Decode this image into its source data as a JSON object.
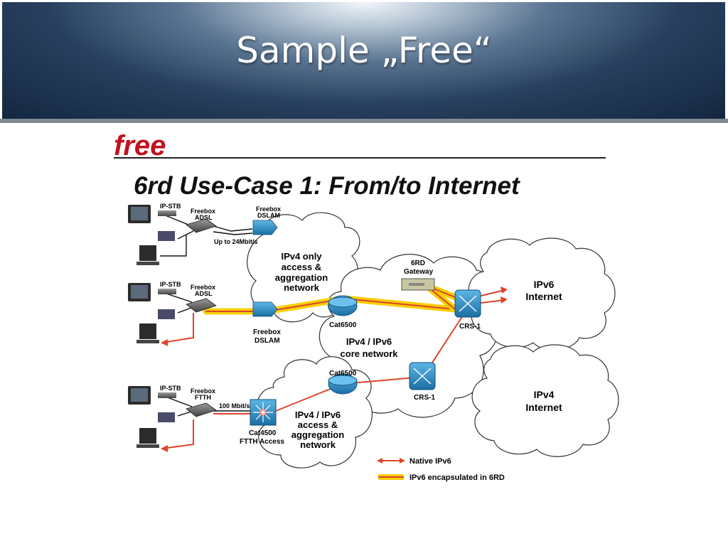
{
  "slide": {
    "title": "Sample „Free“"
  },
  "figure": {
    "logo_text": "free",
    "heading": "6rd Use-Case 1: From/to Internet",
    "rows": [
      {
        "stb_label": "IP-STB",
        "freebox_label": [
          "Freebox",
          "ADSL"
        ],
        "dslam_label": [
          "Freebox",
          "DSLAM"
        ],
        "link_speed": "Up to 24Mbit/s"
      },
      {
        "stb_label": "IP-STB",
        "freebox_label": [
          "Freebox",
          "ADSL"
        ],
        "dslam_label": [
          "Freebox",
          "DSLAM"
        ]
      },
      {
        "stb_label": "IP-STB",
        "freebox_label": [
          "Freebox",
          "FTTH"
        ],
        "access_label": [
          "Cat4500",
          "FTTH Access"
        ],
        "link_speed": "100 Mbit/s"
      }
    ],
    "clouds": {
      "ipv4_only": [
        "IPv4 only",
        "access &",
        "aggregation",
        "network"
      ],
      "core": [
        "IPv4 / IPv6",
        "core network"
      ],
      "access_v6": [
        "IPv4 / IPv6",
        "access &",
        "aggregation",
        "network"
      ],
      "ipv6_internet": [
        "IPv6",
        "Internet"
      ],
      "ipv4_internet": [
        "IPv4",
        "Internet"
      ]
    },
    "devices": {
      "gateway": [
        "6RD",
        "Gateway"
      ],
      "cat6500_top": "Cat6500",
      "cat6500_bottom": "Cat6500",
      "crs1_top": "CRS-1",
      "crs1_bottom": "CRS-1"
    },
    "legend": [
      {
        "label": "Native IPv6",
        "style": "native",
        "color": "#e0432b"
      },
      {
        "label": "IPv6 encapsulated in 6RD",
        "style": "tunnel",
        "color": "#f6d000"
      }
    ],
    "colors": {
      "native_ipv6": "#e0432b",
      "tunnel_6rd": "#f6d000",
      "device_blue": "#1f7fb3"
    }
  }
}
